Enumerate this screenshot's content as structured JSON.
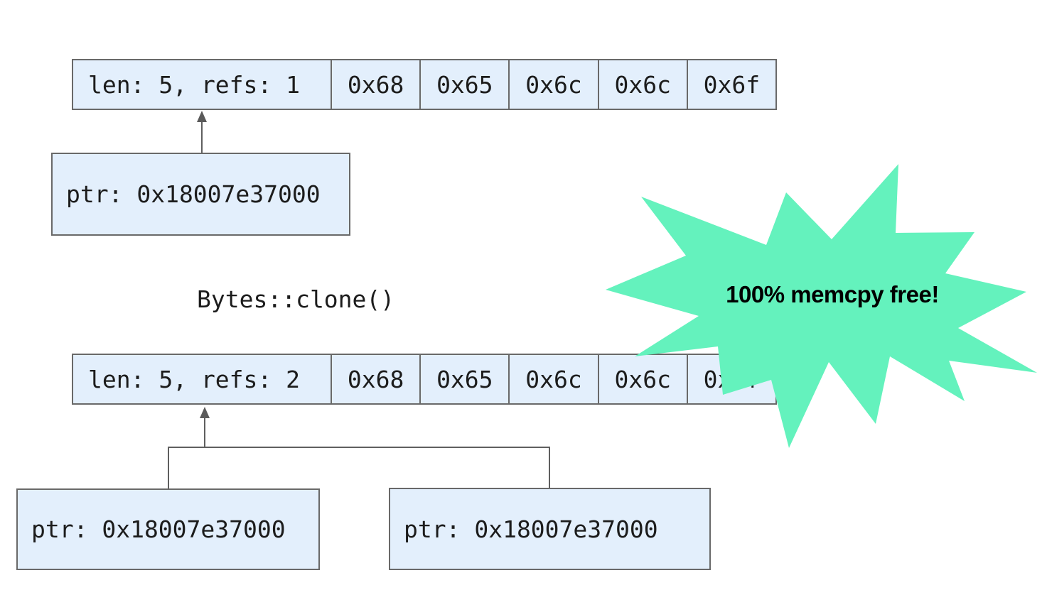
{
  "diagram": {
    "operation_label": "Bytes::clone()",
    "annotation": "100% memcpy free!",
    "before": {
      "header": "len: 5, refs: 1",
      "cells": [
        "0x68",
        "0x65",
        "0x6c",
        "0x6c",
        "0x6f"
      ],
      "pointers": [
        "ptr: 0x18007e37000"
      ]
    },
    "after": {
      "header": "len: 5, refs: 2",
      "cells": [
        "0x68",
        "0x65",
        "0x6c",
        "0x6c",
        "0x6f"
      ],
      "pointers": [
        "ptr: 0x18007e37000",
        "ptr: 0x18007e37000"
      ]
    },
    "colors": {
      "box_fill": "#e3effc",
      "box_border": "#696969",
      "line": "#5f5f5f",
      "arrowhead": "#5a5a5a",
      "star_fill": "#64f2bd",
      "text": "#1c1c1c"
    }
  }
}
